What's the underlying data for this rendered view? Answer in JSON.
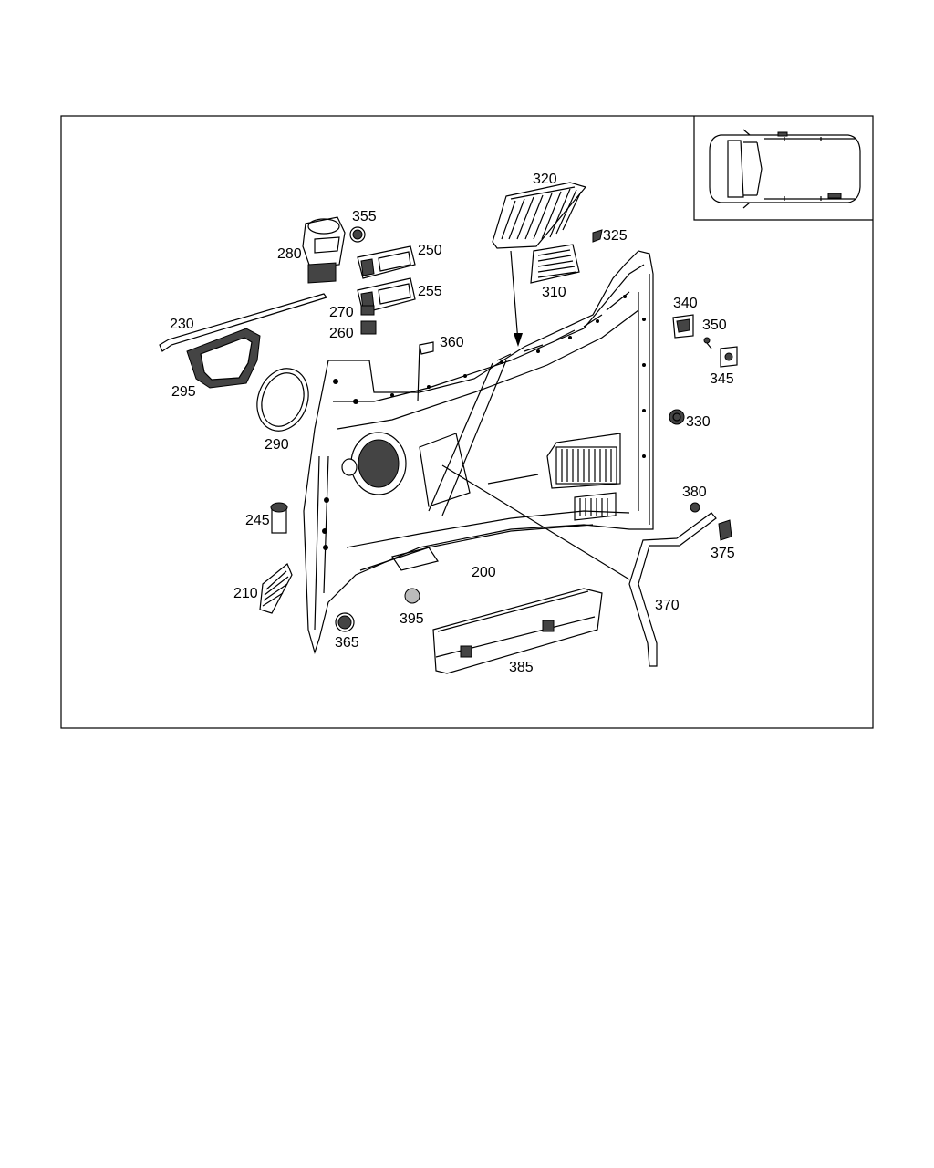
{
  "diagram": {
    "callouts": [
      {
        "id": "c200",
        "text": "200"
      },
      {
        "id": "c210",
        "text": "210"
      },
      {
        "id": "c230",
        "text": "230"
      },
      {
        "id": "c245",
        "text": "245"
      },
      {
        "id": "c250",
        "text": "250"
      },
      {
        "id": "c255",
        "text": "255"
      },
      {
        "id": "c260",
        "text": "260"
      },
      {
        "id": "c270",
        "text": "270"
      },
      {
        "id": "c280",
        "text": "280"
      },
      {
        "id": "c290",
        "text": "290"
      },
      {
        "id": "c295",
        "text": "295"
      },
      {
        "id": "c310",
        "text": "310"
      },
      {
        "id": "c320",
        "text": "320"
      },
      {
        "id": "c325",
        "text": "325"
      },
      {
        "id": "c330",
        "text": "330"
      },
      {
        "id": "c340",
        "text": "340"
      },
      {
        "id": "c345",
        "text": "345"
      },
      {
        "id": "c350",
        "text": "350"
      },
      {
        "id": "c355",
        "text": "355"
      },
      {
        "id": "c360",
        "text": "360"
      },
      {
        "id": "c365",
        "text": "365"
      },
      {
        "id": "c370",
        "text": "370"
      },
      {
        "id": "c375",
        "text": "375"
      },
      {
        "id": "c380",
        "text": "380"
      },
      {
        "id": "c385",
        "text": "385"
      },
      {
        "id": "c395",
        "text": "395"
      }
    ]
  }
}
